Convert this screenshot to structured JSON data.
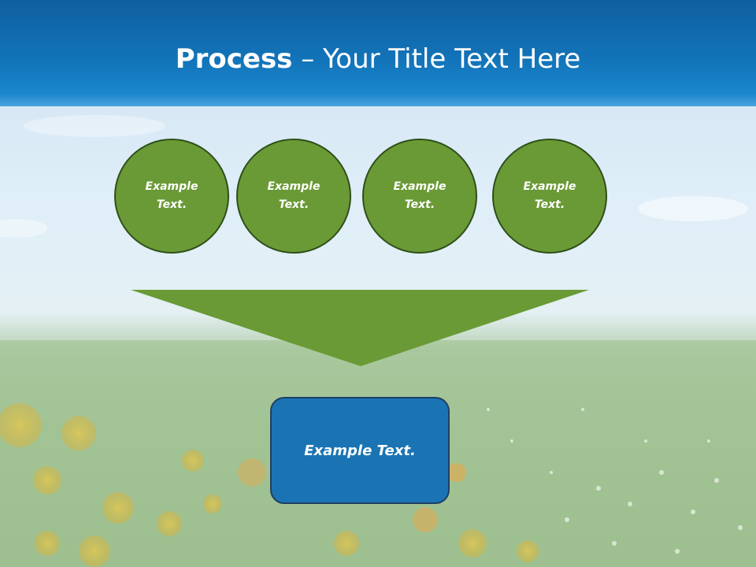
{
  "title": {
    "bold": "Process",
    "rest": " – Your Title Text Here"
  },
  "steps": [
    {
      "line1": "Example",
      "line2": "Text."
    },
    {
      "line1": "Example",
      "line2": "Text."
    },
    {
      "line1": "Example",
      "line2": "Text."
    },
    {
      "line1": "Example",
      "line2": "Text."
    }
  ],
  "result": {
    "label": "Example Text."
  },
  "colors": {
    "circle": "#6a9a35",
    "arrow": "#6a9a35",
    "box": "#1a74b4",
    "title_band": "#1273b8"
  }
}
